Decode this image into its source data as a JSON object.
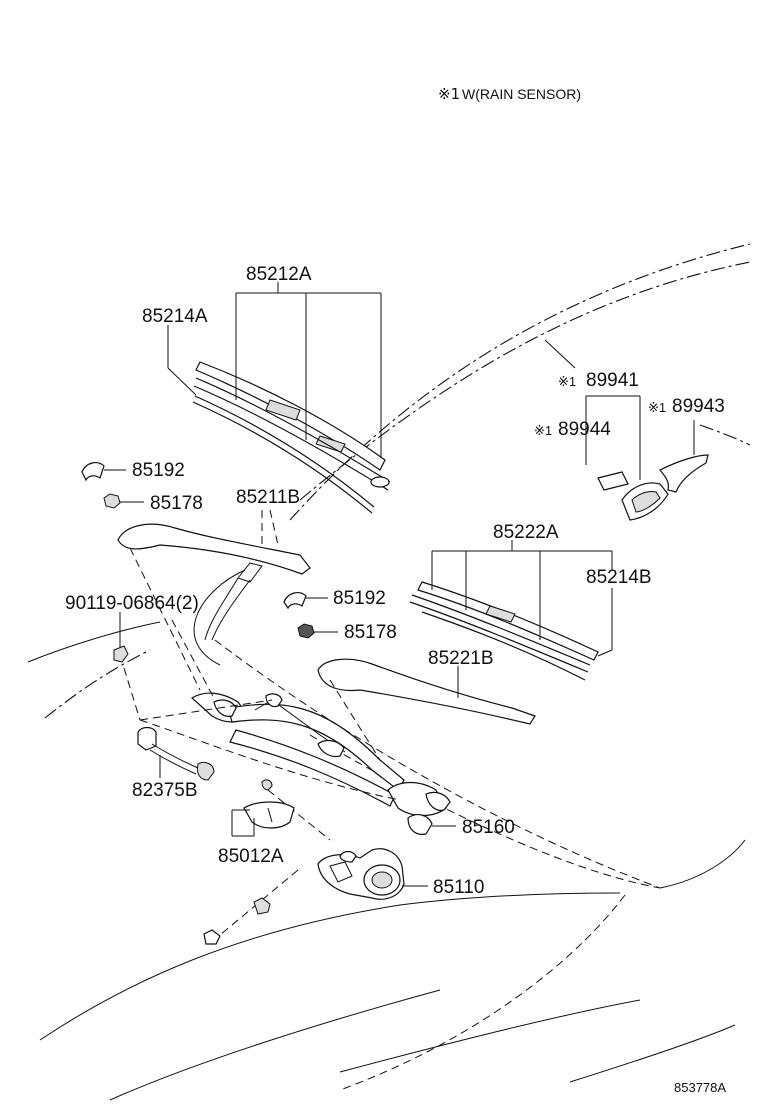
{
  "note": {
    "mark": "※1",
    "text": "W(RAIN SENSOR)"
  },
  "parts": {
    "p85212A": "85212A",
    "p85214A_left": "85214A",
    "p85192_upper": "85192",
    "p85178_upper": "85178",
    "p85211B": "85211B",
    "p89941": "89941",
    "p89944": "89944",
    "p89943": "89943",
    "p85222A": "85222A",
    "p85214B": "85214B",
    "p85192_lower": "85192",
    "p85178_lower": "85178",
    "p85221B": "85221B",
    "p90119": "90119-06864(2)",
    "p82375B": "82375B",
    "p85160": "85160",
    "p85012A": "85012A",
    "p85110": "85110"
  },
  "marks": {
    "m89941": "※1",
    "m89944": "※1",
    "m89943": "※1"
  },
  "diagram_id": "853778A"
}
